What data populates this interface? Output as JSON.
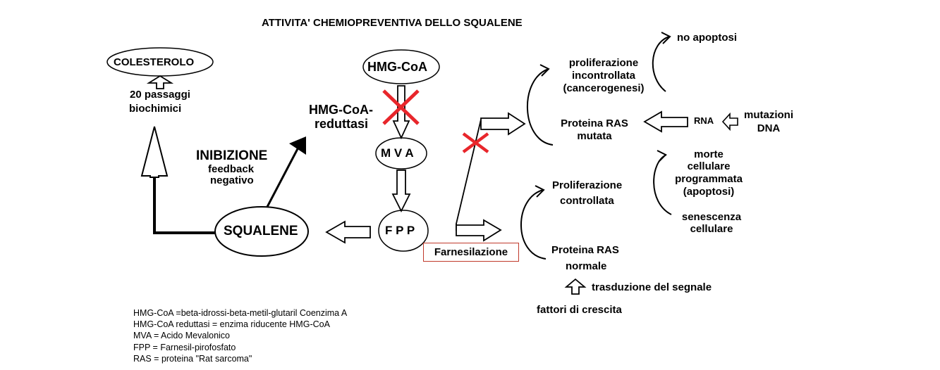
{
  "title": "ATTIVITA' CHEMIOPREVENTIVA DELLO SQUALENE",
  "nodes": {
    "colesterolo": "COLESTEROLO",
    "passaggi_1": "20 passaggi",
    "passaggi_2": "biochimici",
    "hmgcoa": "HMG-CoA",
    "reduttasi_1": "HMG-CoA-",
    "reduttasi_2": "reduttasi",
    "inibizione": "INIBIZIONE",
    "feedback_1": "feedback",
    "feedback_2": "negativo",
    "mva": "M V A",
    "fpp": "F P P",
    "squalene": "SQUALENE",
    "farnesilazione": "Farnesilazione"
  },
  "ras_mutated": {
    "prolif_1": "proliferazione",
    "prolif_2": "incontrollata",
    "prolif_3": "(cancerogenesi)",
    "no_apoptosi": "no apoptosi",
    "ras_1": "Proteina RAS",
    "ras_2": "mutata",
    "rna": "RNA",
    "mutazioni_1": "mutazioni",
    "mutazioni_2": "DNA"
  },
  "ras_normal": {
    "prolif_1": "Proliferazione",
    "prolif_2": "controllata",
    "morte_1": "morte",
    "morte_2": "cellulare",
    "morte_3": "programmata",
    "morte_4": "(apoptosi)",
    "senescenza_1": "senescenza",
    "senescenza_2": "cellulare",
    "ras_1": "Proteina RAS",
    "ras_2": "normale",
    "trasduzione": "trasduzione del segnale",
    "fattori": "fattori di crescita"
  },
  "legend": [
    "HMG-CoA =beta-idrossi-beta-metil-glutaril Coenzima A",
    "HMG-CoA reduttasi = enzima riducente HMG-CoA",
    "MVA = Acido Mevalonico",
    "FPP = Farnesil-pirofosfato",
    "RAS = proteina \"Rat sarcoma\""
  ],
  "colors": {
    "ink": "#000000",
    "block_mark": "#e8262b",
    "box_border": "#c0392b",
    "background": "#ffffff"
  }
}
